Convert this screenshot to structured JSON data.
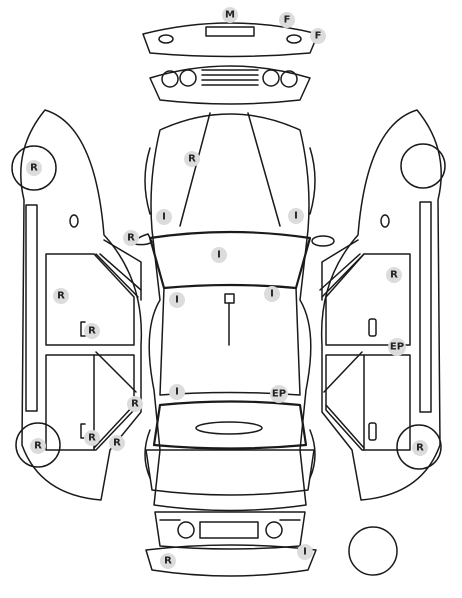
{
  "markers": [
    {
      "code": "M"
    },
    {
      "code": "F"
    },
    {
      "code": "F"
    },
    {
      "code": "R"
    },
    {
      "code": "R"
    },
    {
      "code": "R"
    },
    {
      "code": "R"
    },
    {
      "code": "R"
    },
    {
      "code": "R"
    },
    {
      "code": "R"
    },
    {
      "code": "R"
    },
    {
      "code": "R"
    },
    {
      "code": "R"
    },
    {
      "code": "R"
    },
    {
      "code": "R"
    },
    {
      "code": "I"
    },
    {
      "code": "I"
    },
    {
      "code": "I"
    },
    {
      "code": "I"
    },
    {
      "code": "I"
    },
    {
      "code": "I"
    },
    {
      "code": "I"
    },
    {
      "code": "EP"
    },
    {
      "code": "EP"
    }
  ],
  "colors": {
    "line": "#1a1a1a",
    "marker_fill": "#dcdcdc",
    "marker_text": "#222222"
  }
}
